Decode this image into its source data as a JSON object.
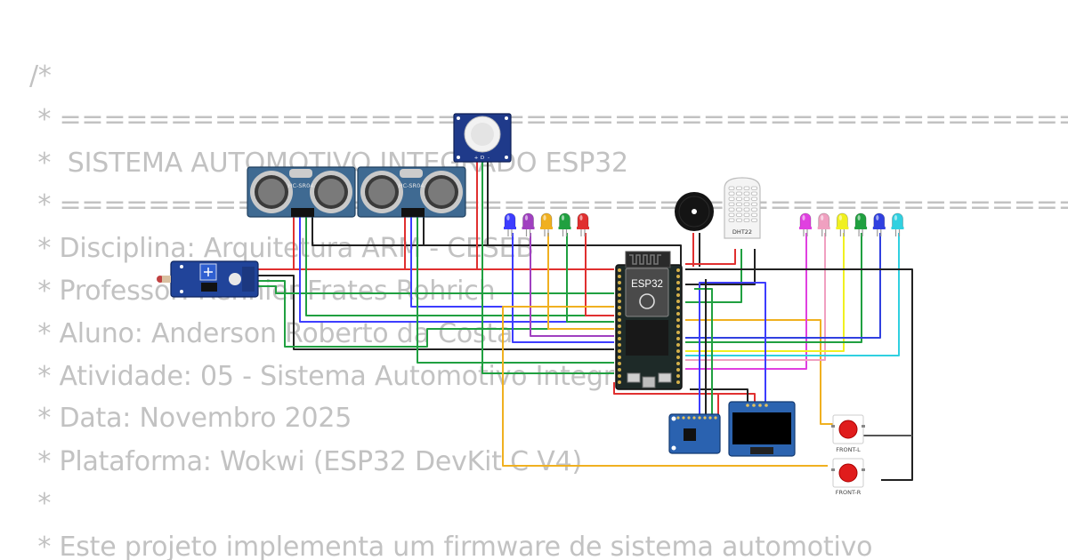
{
  "editor": {
    "lines": [
      "/*",
      " * ==================================================================",
      " *  SISTEMA AUTOMOTIVO INTEGRADO ESP32",
      " * ==================================================================",
      " * Disciplina: Arquitetura ARM - CESEB",
      " * Professor: Rennier Frates Rohrich",
      " * Aluno: Anderson Roberto da Costa",
      " * Atividade: 05 - Sistema Automotivo Integrado",
      " * Data: Novembro 2025",
      " * Plataforma: Wokwi (ESP32 DevKit C V4)",
      " *",
      " * Este projeto implementa um firmware de sistema automotivo"
    ]
  },
  "diagram": {
    "board_label": "ESP32",
    "ultrasonic_label": "HC-SR04",
    "dht_label": "DHT22",
    "pir_pin_labels": [
      "+",
      "D",
      "-"
    ],
    "button_labels": [
      "FRONT-L",
      "FRONT-R"
    ],
    "left_led_colors": [
      "#3d3dff",
      "#a040c0",
      "#f0b020",
      "#20a040",
      "#e03030"
    ],
    "right_led_colors": [
      "#e040e0",
      "#f0a0c0",
      "#f0f020",
      "#20a040",
      "#3040e0",
      "#30d0e0"
    ]
  }
}
